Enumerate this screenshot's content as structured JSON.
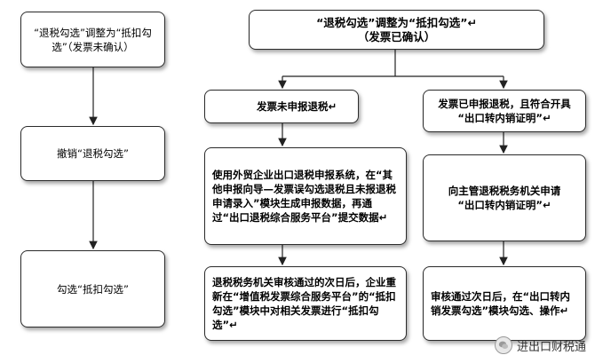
{
  "left_column": {
    "box1": "“退税勾选”调整为“抵扣勾\n选”（发票未确认）",
    "box2": "撤销“退税勾选”",
    "box3": "勾选“抵扣勾选”"
  },
  "right_top": {
    "title": "“退税勾选”调整为“抵扣勾选”↵\n（发票已确认）"
  },
  "branch_left": {
    "heading": "发票未申报退税↵",
    "step1": "使用外贸企业出口退税申报系统，在“其他申报向导—发票误勾选退税且未报退税申请录入”模块生成申报数据，再通过“出口退税综合服务平台”提交数据↵",
    "step2": "退税税务机关审核通过的次日后，企业重新在“增值税发票综合服务平台”的“抵扣勾选”模块中对相关发票进行“抵扣勾选”↵"
  },
  "branch_right": {
    "heading": "发票已申报退税，且符合开具\n“出口转内销证明”↵",
    "step1": "向主管退税税务机关申请\n“出口转内销证明”↵",
    "step2": "审核通过次日后，在“出口转内销发票勾选”模块勾选、操作↵"
  },
  "watermark": {
    "text": "进出口财税通",
    "icon": "wechat-icon"
  }
}
